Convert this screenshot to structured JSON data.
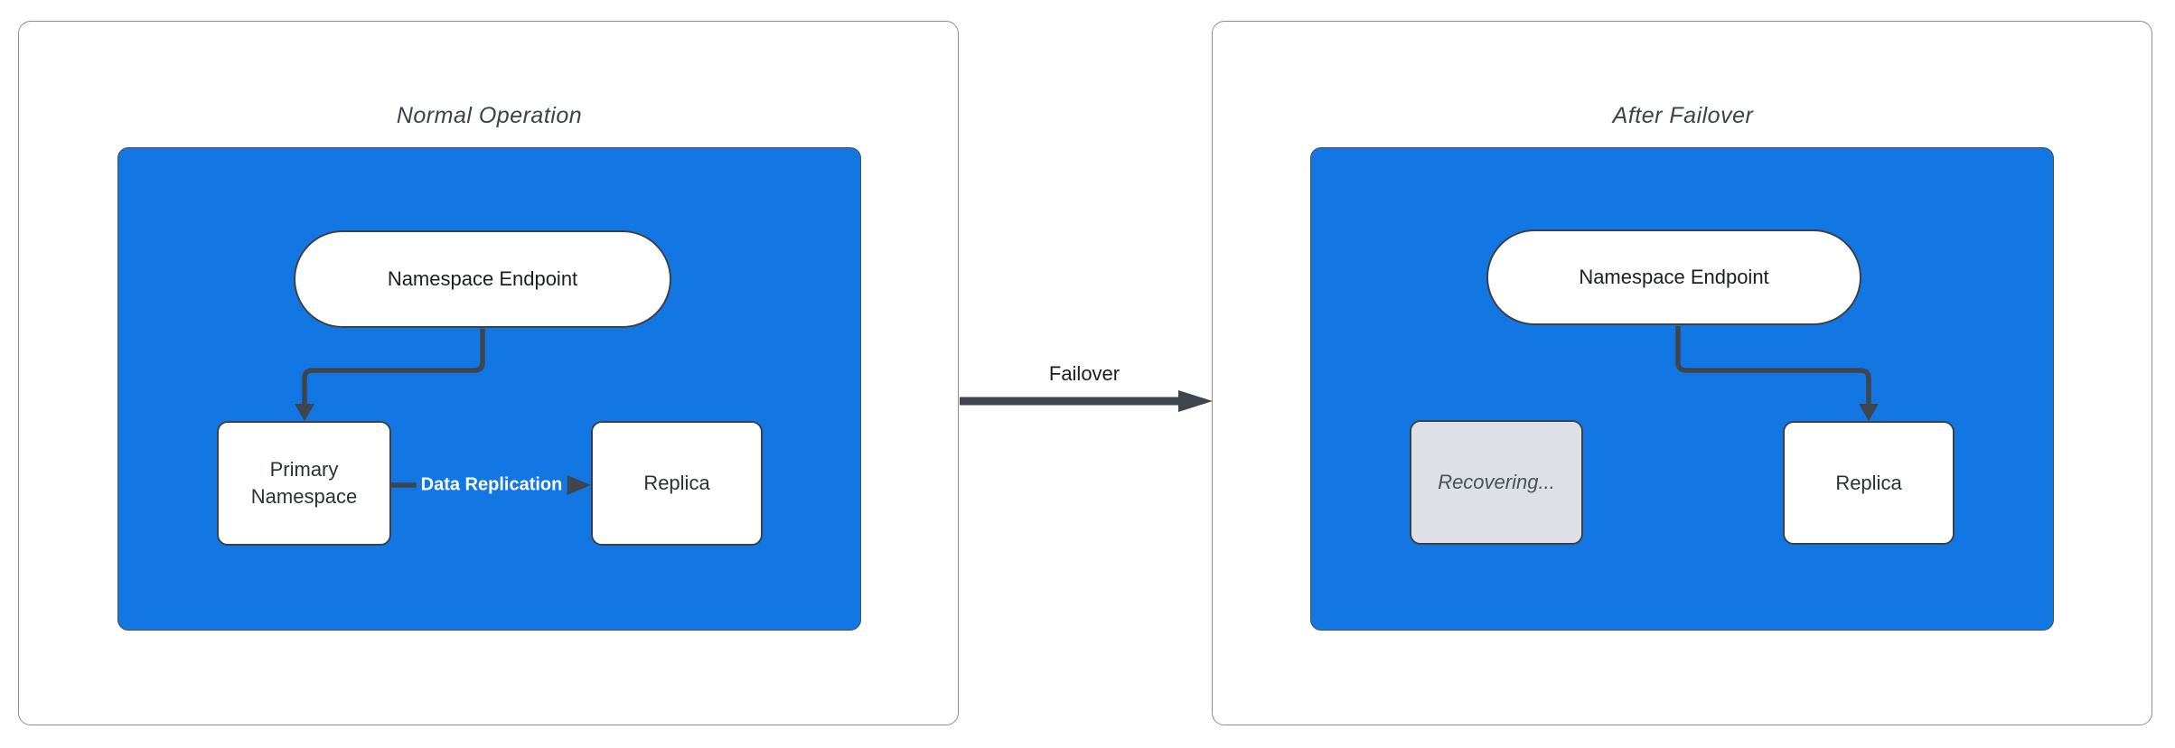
{
  "diagram": {
    "left_panel": {
      "title": "Normal Operation",
      "endpoint_label": "Namespace Endpoint",
      "primary_label": "Primary Namespace",
      "replica_label": "Replica",
      "replication_edge_label": "Data Replication"
    },
    "transition": {
      "label": "Failover"
    },
    "right_panel": {
      "title": "After Failover",
      "endpoint_label": "Namespace Endpoint",
      "recovering_label": "Recovering...",
      "replica_label": "Replica"
    },
    "colors": {
      "container_blue": "#1377e3",
      "connector_dark": "#3f454e",
      "recovering_fill": "#dde0e4",
      "recovering_text": "#4a515c",
      "panel_border": "#8c8f94"
    }
  }
}
